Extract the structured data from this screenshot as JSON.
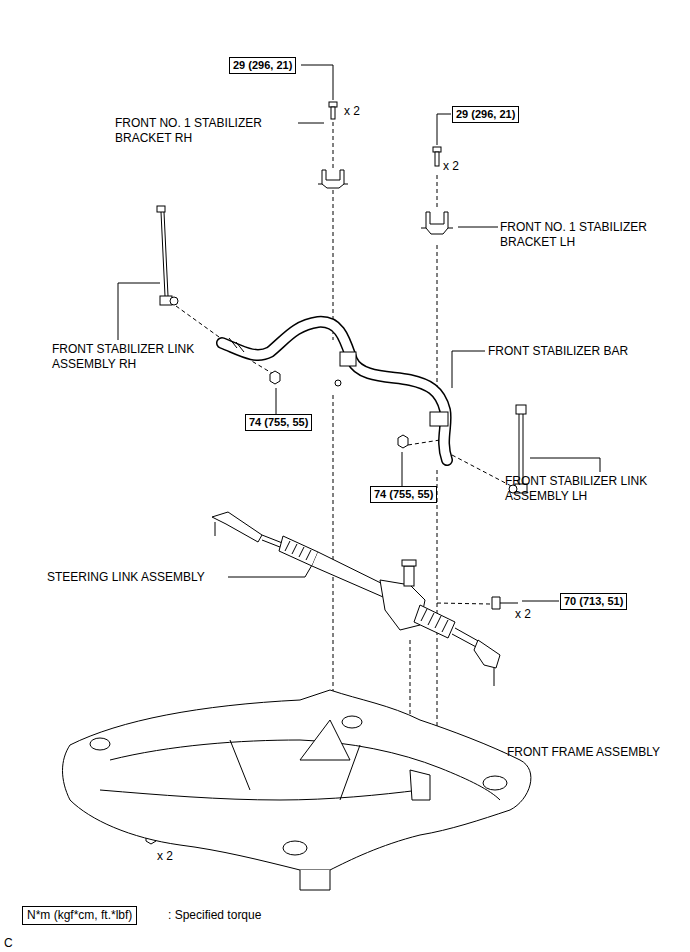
{
  "diagram": {
    "nodes": [
      {
        "text": [
          "29 (296, 21)"
        ]
      },
      {
        "text": [
          "29 (296, 21)"
        ]
      },
      {
        "text": [
          "74 (755, 55)"
        ]
      },
      {
        "text": [
          "74 (755, 55)"
        ]
      },
      {
        "text": [
          "70 (713, 51)"
        ]
      },
      {
        "text": [
          "N*m (kgf*cm, ft.*lbf)"
        ]
      }
    ],
    "labels": [
      "x 2",
      "FRONT NO. 1 STABILIZER BRACKET RH",
      "x 2",
      "FRONT NO. 1 STABILIZER BRACKET LH",
      "FRONT STABILIZER LINK ASSEMBLY RH",
      "FRONT STABILIZER BAR",
      "FRONT STABILIZER LINK ASSEMBLY LH",
      "STEERING LINK ASSEMBLY",
      "x 2",
      "FRONT FRAME ASSEMBLY",
      "x 2",
      ": Specified torque",
      "C"
    ]
  }
}
